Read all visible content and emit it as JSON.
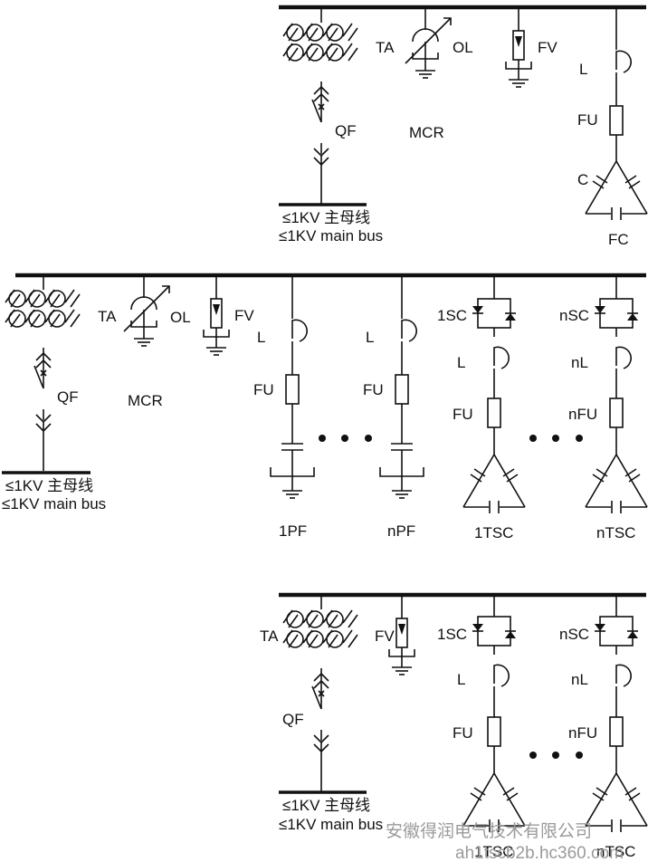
{
  "diagram_1": {
    "ta": "TA",
    "ol": "OL",
    "fv": "FV",
    "mcr": "MCR",
    "qf": "QF",
    "l": "L",
    "fu": "FU",
    "c": "C",
    "fc": "FC",
    "bus_cn": "≤1KV 主母线",
    "bus_en": "≤1KV main bus"
  },
  "diagram_2": {
    "ta": "TA",
    "ol": "OL",
    "fv": "FV",
    "mcr": "MCR",
    "qf": "QF",
    "pf1_l": "L",
    "pf1_fu": "FU",
    "pf1_name": "1PF",
    "pfn_l": "L",
    "pfn_fu": "FU",
    "pfn_name": "nPF",
    "tsc1_sc": "1SC",
    "tsc1_l": "L",
    "tsc1_fu": "FU",
    "tsc1_name": "1TSC",
    "tscn_sc": "nSC",
    "tscn_l": "nL",
    "tscn_fu": "nFU",
    "tscn_name": "nTSC",
    "bus_cn": "≤1KV 主母线",
    "bus_en": "≤1KV main bus"
  },
  "diagram_3": {
    "ta": "TA",
    "fv": "FV",
    "qf": "QF",
    "tsc1_sc": "1SC",
    "tsc1_l": "L",
    "tsc1_fu": "FU",
    "tsc1_name": "1TSC",
    "tscn_sc": "nSC",
    "tscn_l": "nL",
    "tscn_fu": "nFU",
    "tscn_name": "nTSC",
    "bus_cn": "≤1KV 主母线",
    "bus_en": "≤1KV main bus"
  },
  "watermark": {
    "line1": "安徽得润电气技术有限公司",
    "line2": "ah1tscb2b.hc360.com"
  }
}
